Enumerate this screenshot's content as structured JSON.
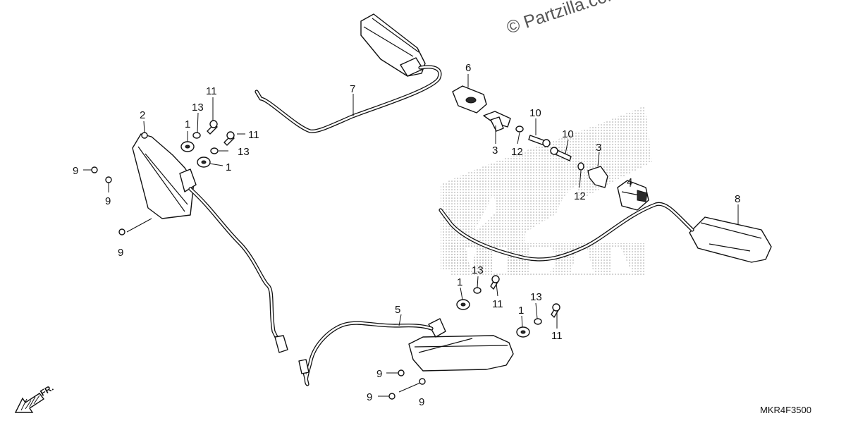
{
  "watermark": "© Partzilla.com",
  "diagram_code": "MKR4F3500",
  "front_marker": "FR.",
  "callouts": {
    "c1": "1",
    "c2": "1",
    "c3": "1",
    "c4": "1",
    "c5": "2",
    "c6": "3",
    "c7": "3",
    "c8": "4",
    "c9": "5",
    "c10": "6",
    "c11": "7",
    "c12": "8",
    "c13": "9",
    "c14": "9",
    "c15": "9",
    "c16": "9",
    "c17": "9",
    "c18": "9",
    "c19": "10",
    "c20": "10",
    "c21": "11",
    "c22": "11",
    "c23": "11",
    "c24": "11",
    "c25": "12",
    "c26": "12",
    "c27": "13",
    "c28": "13",
    "c29": "13",
    "c30": "13"
  },
  "colors": {
    "line": "#111111",
    "background": "#ffffff",
    "dot_pattern": "#9a9a9a"
  }
}
